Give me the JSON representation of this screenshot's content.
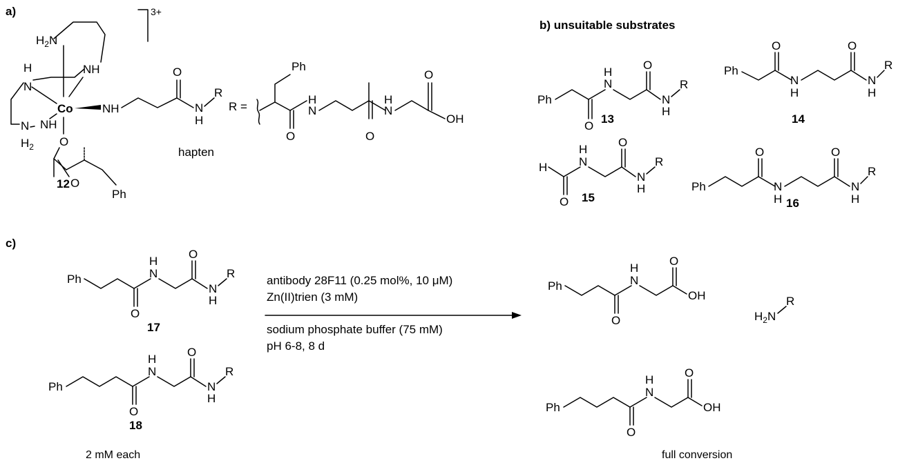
{
  "panels": {
    "a": "a)",
    "b": "b)",
    "b_title": "unsuitable substrates",
    "c": "c)"
  },
  "labels": {
    "charge": "3+",
    "hapten": "hapten",
    "r_equals": "R =",
    "co": "Co"
  },
  "compounds": {
    "c12": "12",
    "c13": "13",
    "c14": "14",
    "c15": "15",
    "c16": "16",
    "c17": "17",
    "c18": "18"
  },
  "conditions": {
    "line1": "antibody 28F11 (0.25 mol%, 10 μM)",
    "line2": "Zn(II)trien (3 mM)",
    "line3": "sodium phosphate buffer (75 mM)",
    "line4": "pH 6-8, 8 d"
  },
  "notes": {
    "start": "2 mM each",
    "end": "full conversion"
  }
}
